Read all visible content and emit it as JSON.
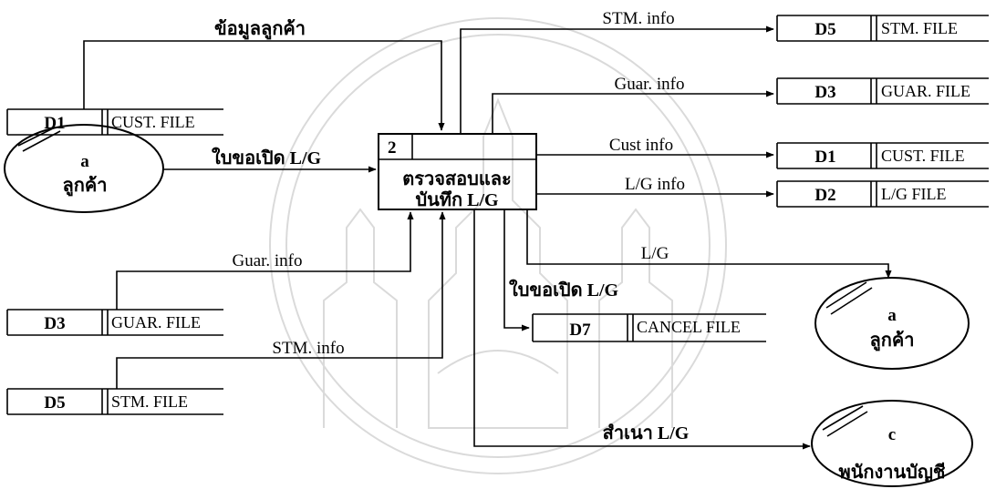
{
  "process": {
    "number": "2",
    "name_line1": "ตรวจสอบและ",
    "name_line2": "บันทึก L/G"
  },
  "stores": {
    "d1_left": {
      "id": "D1",
      "name": "CUST. FILE"
    },
    "d3_left": {
      "id": "D3",
      "name": "GUAR. FILE"
    },
    "d5_left": {
      "id": "D5",
      "name": "STM. FILE"
    },
    "d5_right": {
      "id": "D5",
      "name": "STM. FILE"
    },
    "d3_right": {
      "id": "D3",
      "name": "GUAR. FILE"
    },
    "d1_right": {
      "id": "D1",
      "name": "CUST. FILE"
    },
    "d2_right": {
      "id": "D2",
      "name": "L/G FILE"
    },
    "d7": {
      "id": "D7",
      "name": "CANCEL FILE"
    }
  },
  "entities": {
    "customer_left": {
      "id": "a",
      "name": "ลูกค้า"
    },
    "customer_right": {
      "id": "a",
      "name": "ลูกค้า"
    },
    "accountant": {
      "id": "c",
      "name": "พนักงานบัญชี"
    }
  },
  "flows": {
    "cust_data": "ข้อมูลลูกค้า",
    "open_request": "ใบขอเปิด L/G",
    "guar_in": "Guar. info",
    "stm_in": "STM. info",
    "stm_out": "STM. info",
    "guar_out": "Guar. info",
    "cust_out": "Cust info",
    "lg_info": "L/G info",
    "lg": "L/G",
    "open_request_out": "ใบขอเปิด L/G",
    "lg_copy": "สำเนา L/G"
  }
}
